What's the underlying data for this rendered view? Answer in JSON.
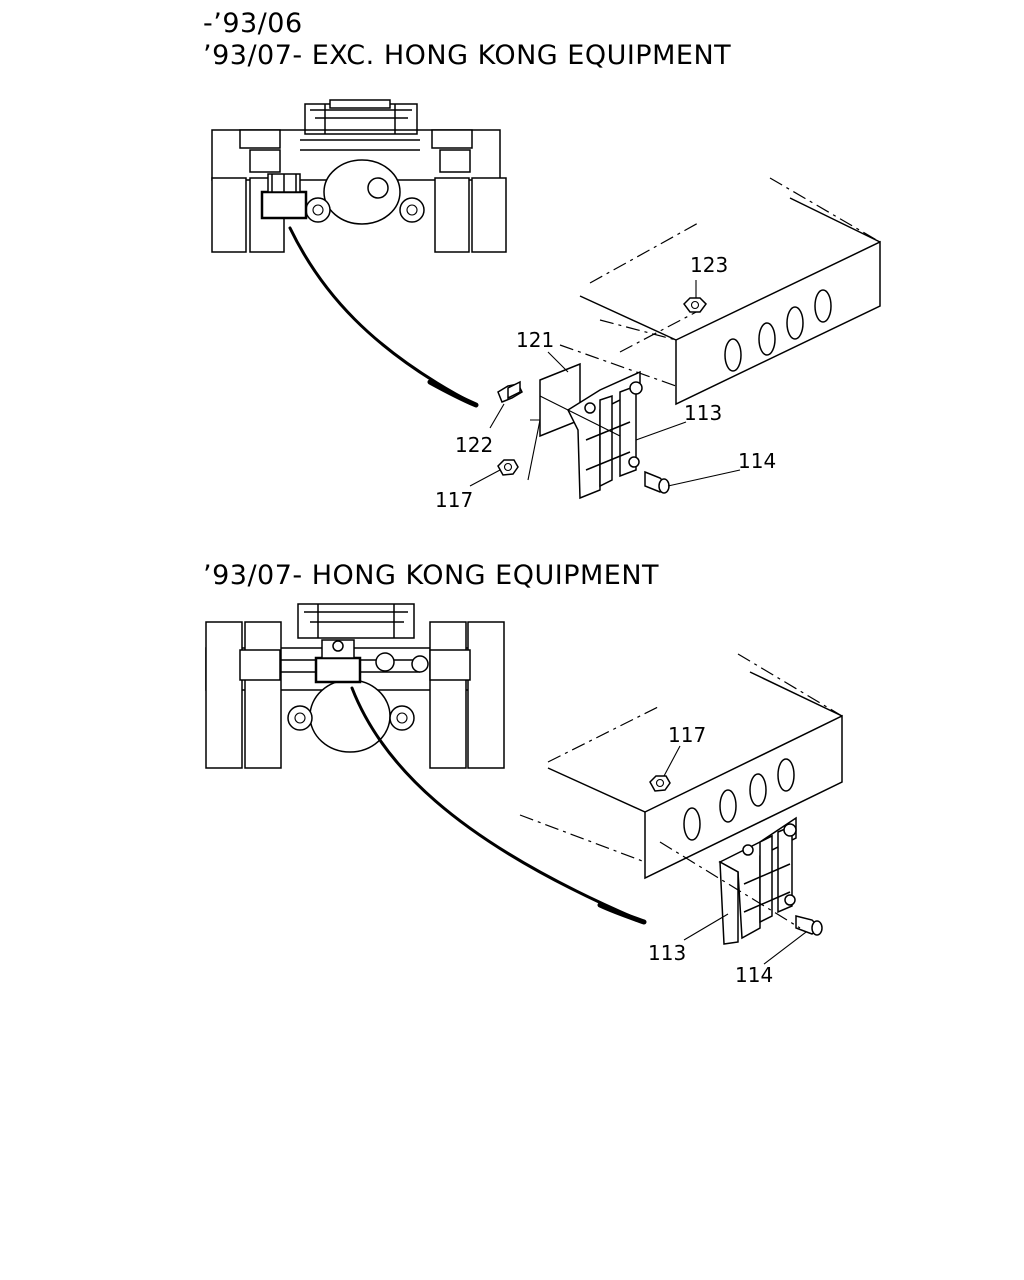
{
  "headings": {
    "line1": "-’93/06",
    "line2": "’93/07- EXC. HONG KONG EQUIPMENT",
    "line3": "’93/07- HONG KONG EQUIPMENT"
  },
  "top_diagram": {
    "callouts": {
      "c123": "123",
      "c121": "121",
      "c113": "113",
      "c114": "114",
      "c122": "122",
      "c117": "117"
    }
  },
  "bottom_diagram": {
    "callouts": {
      "c117": "117",
      "c113": "113",
      "c114": "114"
    }
  }
}
